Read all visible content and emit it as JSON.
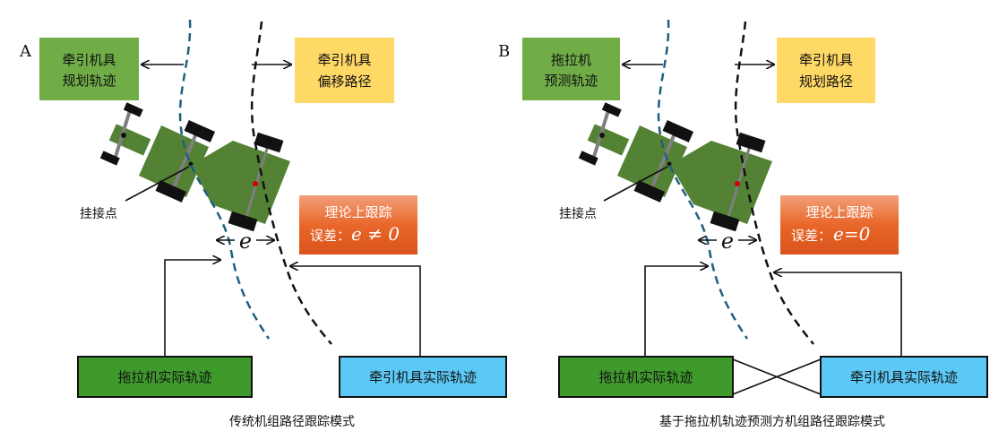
{
  "panelA": {
    "label": "A",
    "planned_box": [
      "牵引机具",
      "规划轨迹"
    ],
    "offset_box": [
      "牵引机具",
      "偏移路径"
    ],
    "hitch_label": "挂接点",
    "error_box": [
      "理论上跟踪",
      "误差：",
      "e ≠ 0"
    ],
    "e_symbol": "e",
    "tractor_actual": "拖拉机实际轨迹",
    "implement_actual": "牵引机具实际轨迹",
    "caption": "传统机组路径跟踪模式"
  },
  "panelB": {
    "label": "B",
    "predicted_box": [
      "拖拉机",
      "预测轨迹"
    ],
    "planned_box": [
      "牵引机具",
      "规划路径"
    ],
    "hitch_label": "挂接点",
    "error_box": [
      "理论上跟踪",
      "误差：",
      "e=0"
    ],
    "e_symbol": "e",
    "tractor_actual": "拖拉机实际轨迹",
    "implement_actual": "牵引机具实际轨迹",
    "caption": "基于拖拉机轨迹预测方机组路径跟踪模式"
  },
  "colors": {
    "green_box": "#70ad47",
    "yellow_box": "#ffd966",
    "orange_box": "#e9672a",
    "dark_green_box": "#3f9a2c",
    "blue_box": "#5bc8f5",
    "teal_line": "#1f5f7f",
    "black_line": "#111111",
    "tractor_green": "#548235"
  }
}
